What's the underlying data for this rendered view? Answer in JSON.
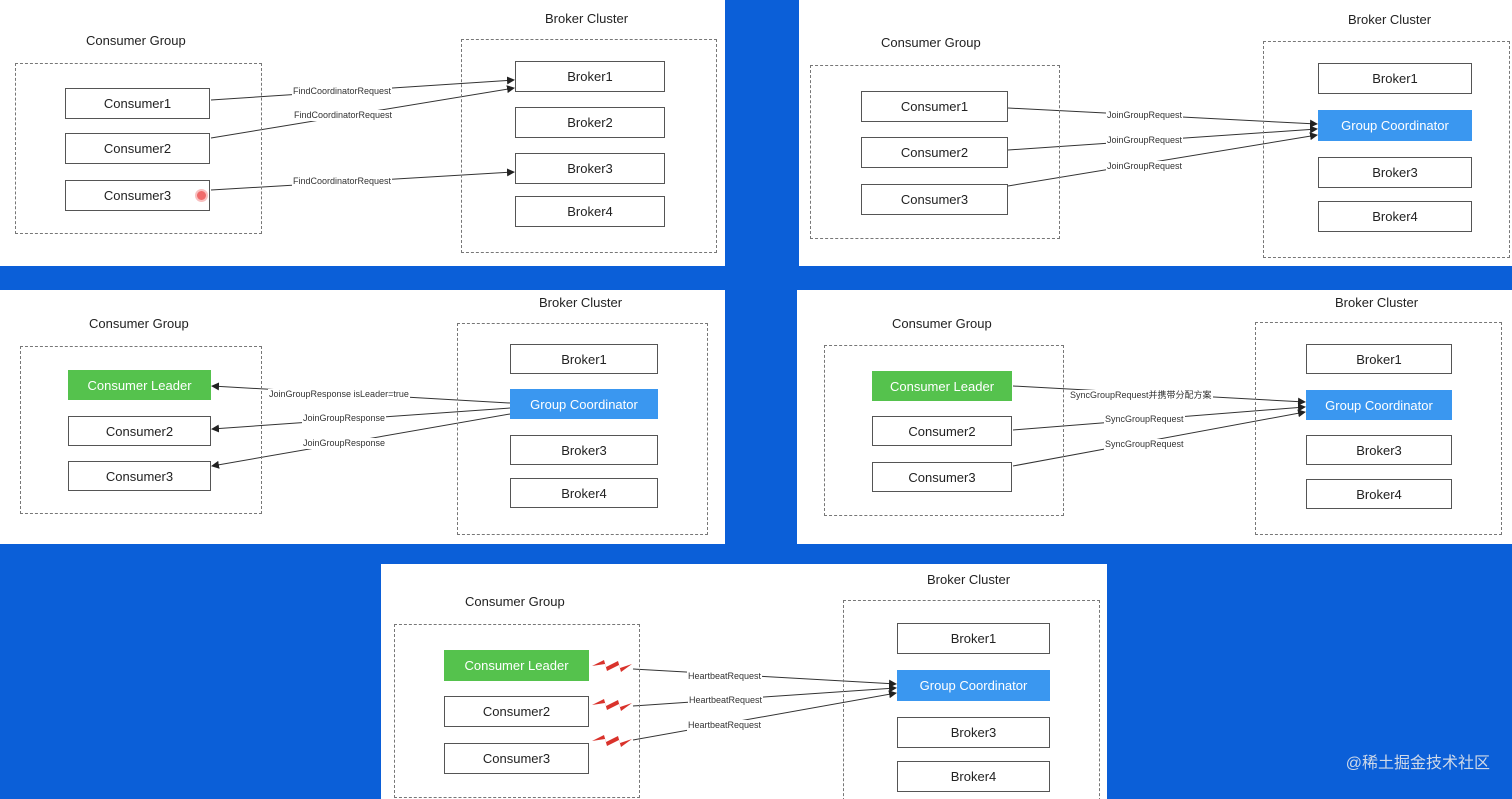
{
  "panels": [
    {
      "consumer_group_title": "Consumer Group",
      "broker_cluster_title": "Broker Cluster",
      "consumers": [
        "Consumer1",
        "Consumer2",
        "Consumer3"
      ],
      "brokers": [
        "Broker1",
        "Broker2",
        "Broker3",
        "Broker4"
      ],
      "arrow_labels": [
        "FindCoordinatorRequest",
        "FindCoordinatorRequest",
        "FindCoordinatorRequest"
      ]
    },
    {
      "consumer_group_title": "Consumer Group",
      "broker_cluster_title": "Broker Cluster",
      "consumers": [
        "Consumer1",
        "Consumer2",
        "Consumer3"
      ],
      "brokers": [
        "Broker1",
        "Group Coordinator",
        "Broker3",
        "Broker4"
      ],
      "arrow_labels": [
        "JoinGroupRequest",
        "JoinGroupRequest",
        "JoinGroupRequest"
      ]
    },
    {
      "consumer_group_title": "Consumer Group",
      "broker_cluster_title": "Broker Cluster",
      "consumers": [
        "Consumer Leader",
        "Consumer2",
        "Consumer3"
      ],
      "brokers": [
        "Broker1",
        "Group Coordinator",
        "Broker3",
        "Broker4"
      ],
      "arrow_labels": [
        "JoinGroupResponse isLeader=true",
        "JoinGroupResponse",
        "JoinGroupResponse"
      ]
    },
    {
      "consumer_group_title": "Consumer Group",
      "broker_cluster_title": "Broker Cluster",
      "consumers": [
        "Consumer Leader",
        "Consumer2",
        "Consumer3"
      ],
      "brokers": [
        "Broker1",
        "Group Coordinator",
        "Broker3",
        "Broker4"
      ],
      "arrow_labels": [
        "SyncGroupRequest并携带分配方案",
        "SyncGroupRequest",
        "SyncGroupRequest"
      ]
    },
    {
      "consumer_group_title": "Consumer Group",
      "broker_cluster_title": "Broker Cluster",
      "consumers": [
        "Consumer Leader",
        "Consumer2",
        "Consumer3"
      ],
      "brokers": [
        "Broker1",
        "Group Coordinator",
        "Broker3",
        "Broker4"
      ],
      "arrow_labels": [
        "HeartbeatRequest",
        "HeartbeatRequest",
        "HeartbeatRequest"
      ]
    }
  ],
  "watermark": "@稀土掘金技术社区",
  "colors": {
    "background": "#0b5fd8",
    "leader": "#55c24d",
    "coordinator": "#3a97f0",
    "heartbeat_bolt": "#d9322b"
  }
}
